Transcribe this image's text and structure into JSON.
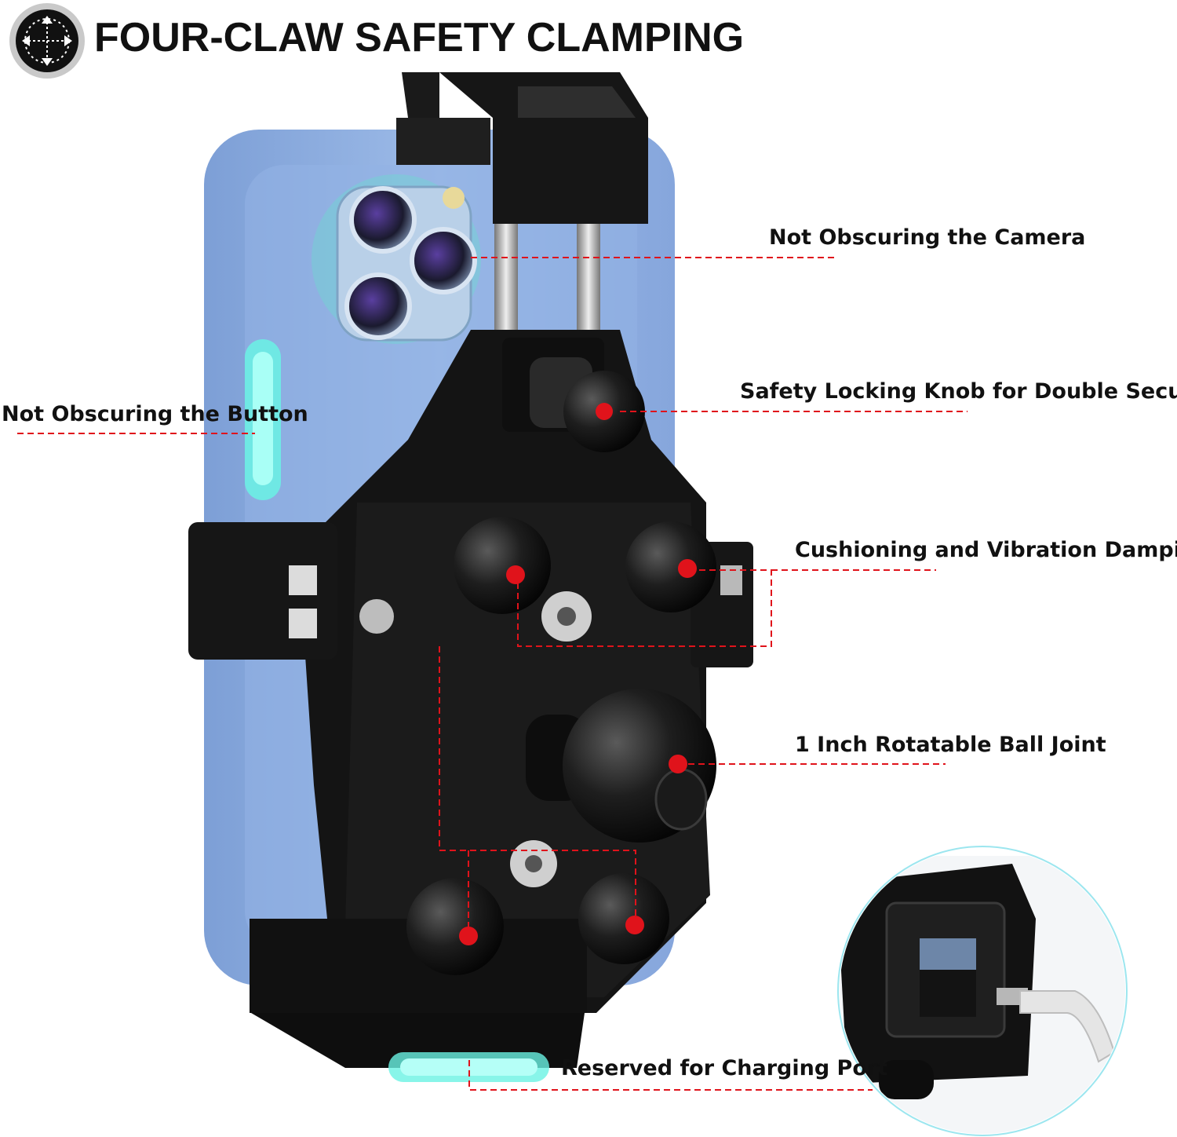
{
  "header": {
    "icon": "move-arrows-icon",
    "title": "FOUR-CLAW SAFETY CLAMPING"
  },
  "callouts": {
    "camera": "Not Obscuring the Camera",
    "button": "Not Obscuring the Button",
    "knob": "Safety Locking Knob for Double Secutiry",
    "damping": "Cushioning and Vibration Damping",
    "ball_joint": "1 Inch Rotatable Ball Joint",
    "charging": "Reserved for Charging Port"
  },
  "colors": {
    "accent_red": "#e0131b",
    "phone_blue": "#8fb0e0",
    "highlight_cyan": "#5ff0e8",
    "mount_black": "#141414"
  }
}
